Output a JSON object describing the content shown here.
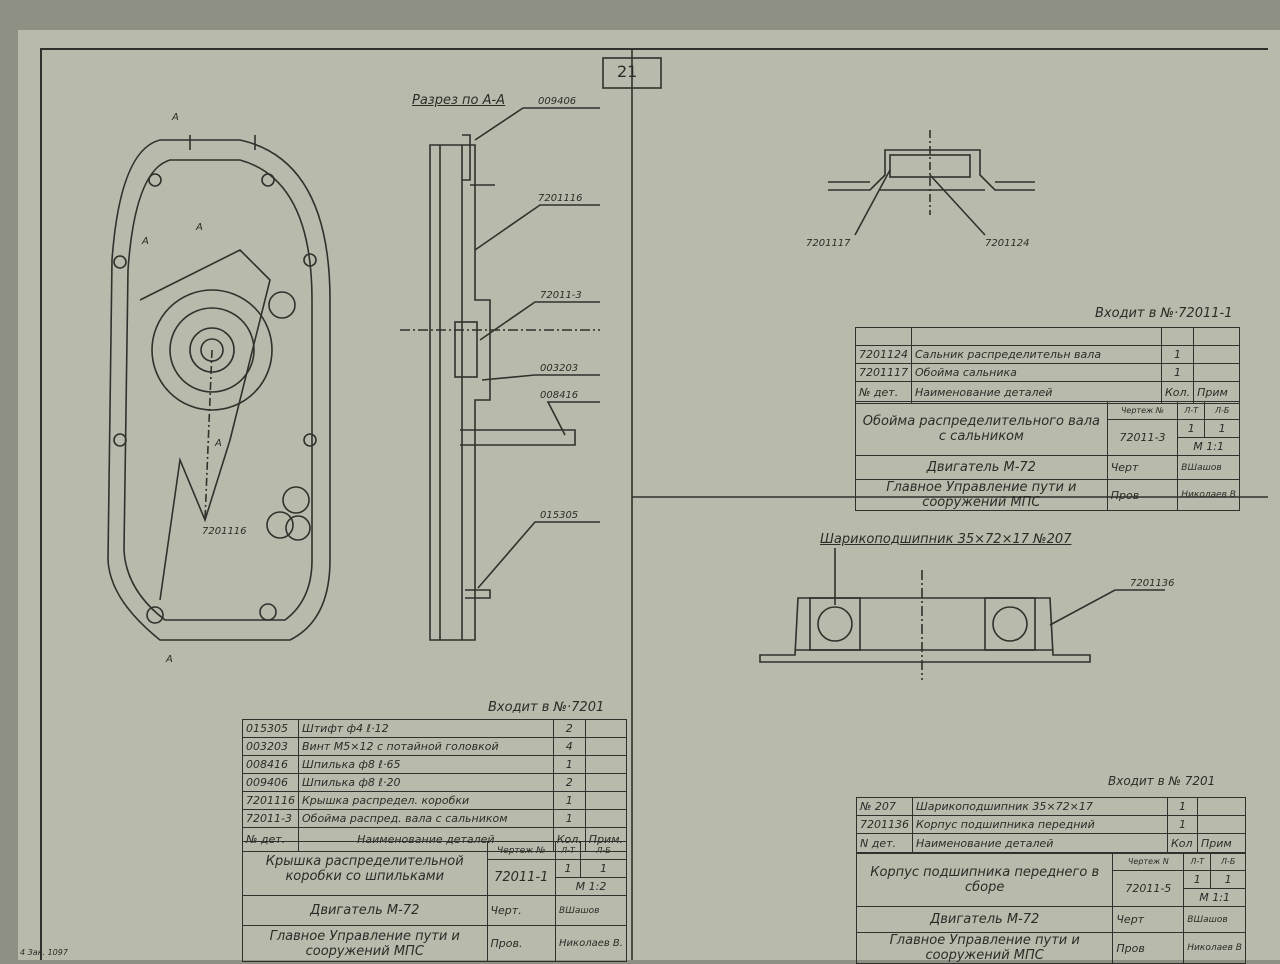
{
  "sheet_number": "21",
  "footer_note": "4 Зак. 1097",
  "left": {
    "section_title": "Разрез по А-А",
    "section_marks": [
      "A",
      "A",
      "A",
      "A",
      "A"
    ],
    "callouts": [
      "009406",
      "7201116",
      "72011-3",
      "003203",
      "008416",
      "015305"
    ],
    "main_view_label": "7201116",
    "included_in": "Входит в №·7201",
    "parts": [
      {
        "num": "015305",
        "name": "Штифт ф4  ℓ·12",
        "qty": "2"
      },
      {
        "num": "003203",
        "name": "Винт М5×12 с потайной головкой",
        "qty": "4"
      },
      {
        "num": "008416",
        "name": "Шпилька ф8  ℓ·65",
        "qty": "1"
      },
      {
        "num": "009406",
        "name": "Шпилька ф8  ℓ·20",
        "qty": "2"
      },
      {
        "num": "7201116",
        "name": "Крышка распредел. коробки",
        "qty": "1"
      },
      {
        "num": "72011-3",
        "name": "Обойма распред. вала с сальником",
        "qty": "1"
      }
    ],
    "header": {
      "num": "№ дет.",
      "name": "Наименование деталей",
      "qty": "Кол.",
      "note": "Прим."
    },
    "title": "Крышка распределительной коробки со шпильками",
    "drawing_label": "Чертеж №",
    "drawing_no": "72011-1",
    "lt": "Л-Т",
    "lb": "Л-Б",
    "lt_val": "1",
    "lb_val": "1",
    "scale": "М 1:2",
    "engine": "Двигатель М-72",
    "drawn_label": "Черт.",
    "drawn_by": "ВШашов",
    "org": "Главное Управление пути и сооружений МПС",
    "checked_label": "Пров.",
    "checked_by": "Николаев В."
  },
  "top_right": {
    "callouts": [
      "7201117",
      "7201124"
    ],
    "included_in": "Входит в №·72011-1",
    "parts": [
      {
        "num": "7201124",
        "name": "Сальник распределительн вала",
        "qty": "1"
      },
      {
        "num": "7201117",
        "name": "Обойма сальника",
        "qty": "1"
      }
    ],
    "header": {
      "num": "№ дет.",
      "name": "Наименование деталей",
      "qty": "Кол.",
      "note": "Прим"
    },
    "title": "Обойма распределительного вала с сальником",
    "drawing_label": "Чертеж №",
    "drawing_no": "72011-3",
    "lt": "Л-Т",
    "lb": "Л-Б",
    "lt_val": "1",
    "lb_val": "1",
    "scale": "М 1:1",
    "engine": "Двигатель М-72",
    "drawn_label": "Черт",
    "drawn_by": "ВШашов",
    "org": "Главное Управление пути и сооружений МПС",
    "checked_label": "Пров",
    "checked_by": "Николаев В"
  },
  "bottom_right": {
    "bearing_label": "Шарикоподшипник 35×72×17 №207",
    "callouts": [
      "7201136"
    ],
    "included_in": "Входит в № 7201",
    "parts": [
      {
        "num": "№ 207",
        "name": "Шарикоподшипник 35×72×17",
        "qty": "1"
      },
      {
        "num": "7201136",
        "name": "Корпус подшипника передний",
        "qty": "1"
      }
    ],
    "header": {
      "num": "N дет.",
      "name": "Наименование деталей",
      "qty": "Кол",
      "note": "Прим"
    },
    "title": "Корпус подшипника переднего в сборе",
    "drawing_label": "Чертеж N",
    "drawing_no": "72011-5",
    "lt": "Л-Т",
    "lb": "Л-Б",
    "lt_val": "1",
    "lb_val": "1",
    "scale": "М 1:1",
    "engine": "Двигатель М-72",
    "drawn_label": "Черт",
    "drawn_by": "ВШашов",
    "org": "Главное Управление пути и сооружений МПС",
    "checked_label": "Пров",
    "checked_by": "Николаев В"
  }
}
